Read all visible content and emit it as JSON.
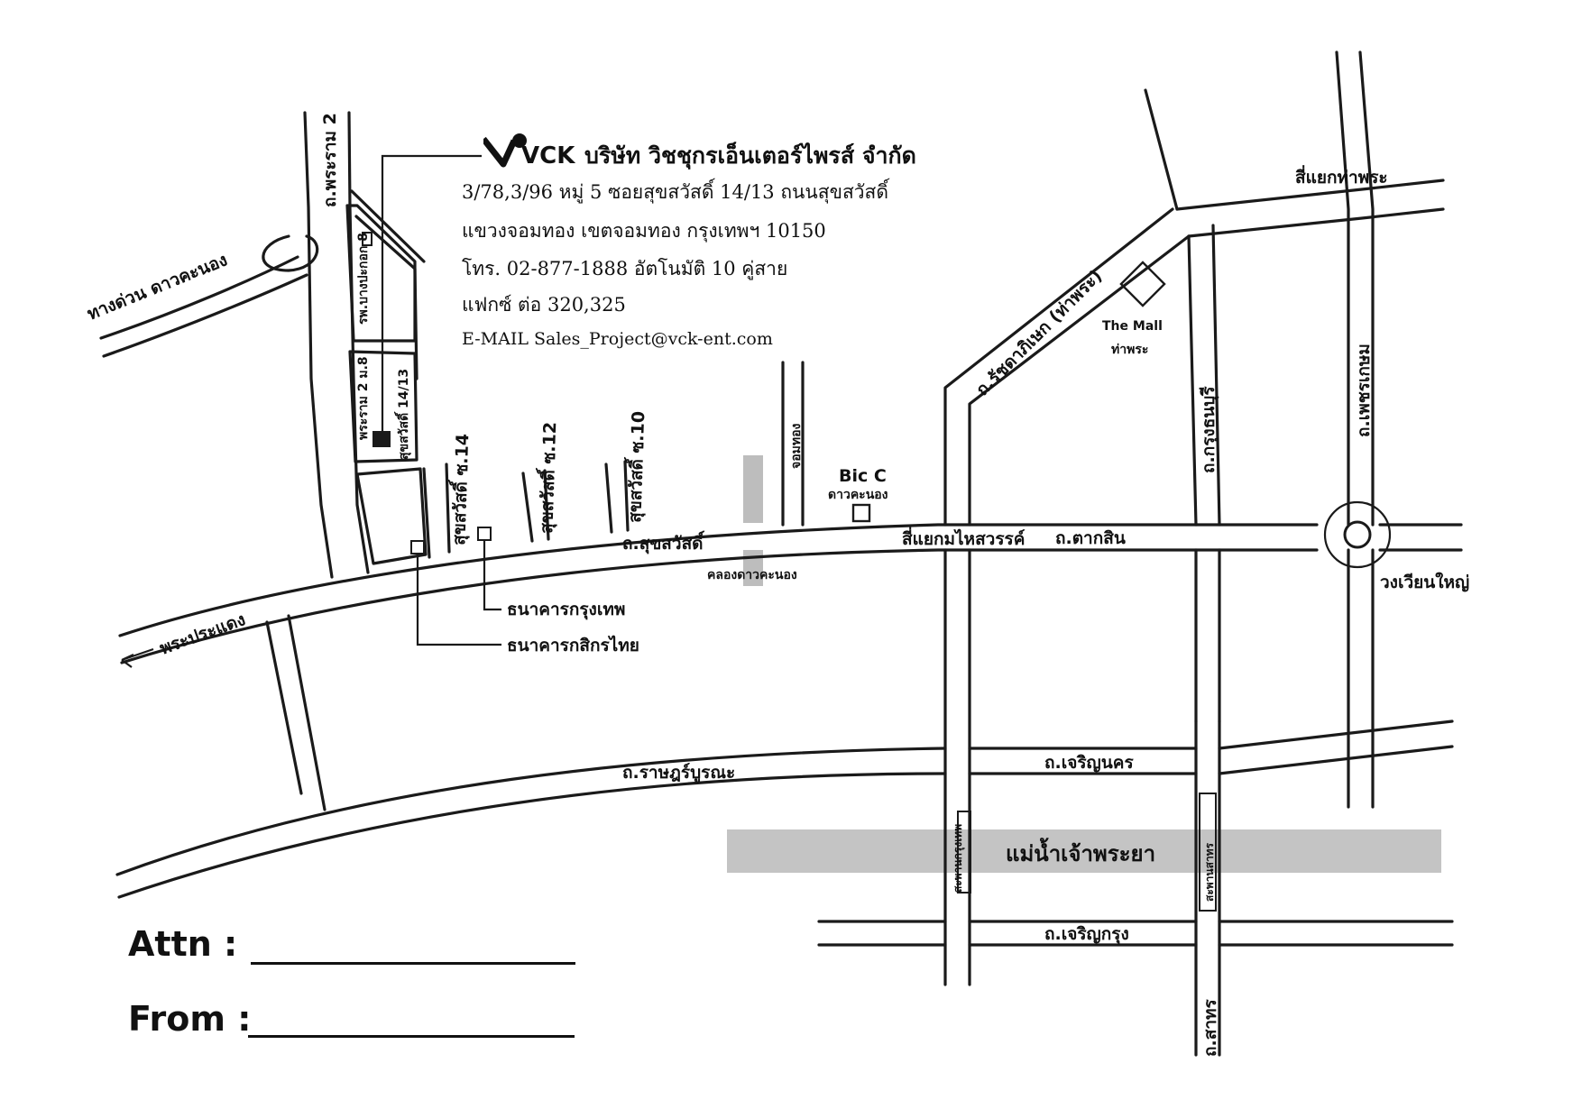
{
  "company": {
    "logo_text": "VCK",
    "name": "บริษัท วิชชุกรเอ็นเตอร์ไพรส์ จำกัด",
    "address_line1": "3/78,3/96 หมู่ 5 ซอยสุขสวัสดิ์ 14/13 ถนนสุขสวัสดิ์",
    "address_line2": "แขวงจอมทอง เขตจอมทอง กรุงเทพฯ 10150",
    "phone": "โทร. 02-877-1888 อัตโนมัติ 10 คู่สาย",
    "fax": "แฟกซ์ ต่อ 320,325",
    "email": "E-MAIL  Sales_Project@vck-ent.com"
  },
  "map_labels": {
    "rama2_rd": "ถ.พระราม 2",
    "expressway": "ทางด่วน ดาวคะนอง",
    "rama2_box": "พระราม 2 ม.8",
    "soi14_13": "สุขสวัสดิ์ 14/13",
    "bangkok_branch": "รพ.บางปะกอก 8",
    "soi14": "สุขสวัสดิ์ ซ.14",
    "soi12": "สุขสวัสดิ์ ซ.12",
    "soi10": "สุขสวัสดิ์ ซ.10",
    "suksawat_rd": "ถ.สุขสวัสดิ์",
    "bangkok_bank": "ธนาคารกรุงเทพ",
    "kasikorn_bank": "ธนาคารกสิกรไทย",
    "pra_pradaeng": "พระประแดง",
    "canal": "คลองดาวคะนอง",
    "chom_thong": "จอมทอง",
    "big_c": "Bic C",
    "big_c_sub": "ดาวคะนอง",
    "mahaisawan": "สี่แยกมไหสวรรค์",
    "taksin_rd": "ถ.ตากสิน",
    "ratchadaphisek": "ถ.รัชดาภิเษก (ท่าพระ)",
    "the_mall": "The Mall",
    "the_mall_sub": "ท่าพระ",
    "tha_phra_junction": "สี่แยกท่าพระ",
    "krung_thonburi": "ถ.กรุงธนบุรี",
    "phetkasem": "ถ.เพชรเกษม",
    "wongwian_yai": "วงเวียนใหญ่",
    "ratburana": "ถ.ราษฎร์บูรณะ",
    "charoen_nakhon": "ถ.เจริญนคร",
    "river": "แม่น้ำเจ้าพระยา",
    "krungthep_bridge": "สะพานกรุงเทพ",
    "sathorn_bridge": "สะพานสาทร",
    "charoen_krung": "ถ.เจริญกรุง",
    "sathorn_rd": "ถ.สาทร"
  },
  "form": {
    "attn_label": "Attn  :",
    "from_label": "From :"
  },
  "colors": {
    "road": "#1a1a1a",
    "river": "#c4c4c4",
    "canal": "#bdbdbd"
  }
}
